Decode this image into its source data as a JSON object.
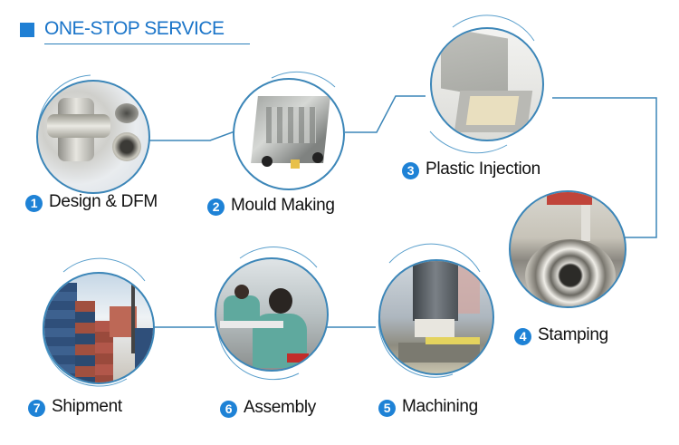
{
  "header": {
    "title": "ONE-STOP SERVICE"
  },
  "colors": {
    "accent": "#1e82d6",
    "line": "#3c86b8",
    "title": "#1b75c9"
  },
  "steps": [
    {
      "number": "1",
      "label": "Design & DFM",
      "image": "brass-pipe-fittings-on-blueprint"
    },
    {
      "number": "2",
      "label": "Mould Making",
      "image": "steel-injection-mould"
    },
    {
      "number": "3",
      "label": "Plastic Injection",
      "image": "plastic-enclosure-box"
    },
    {
      "number": "4",
      "label": "Stamping",
      "image": "metal-gear-machining"
    },
    {
      "number": "5",
      "label": "Machining",
      "image": "cnc-machine-head"
    },
    {
      "number": "6",
      "label": "Assembly",
      "image": "workers-assembly-line"
    },
    {
      "number": "7",
      "label": "Shipment",
      "image": "shipping-containers"
    }
  ]
}
